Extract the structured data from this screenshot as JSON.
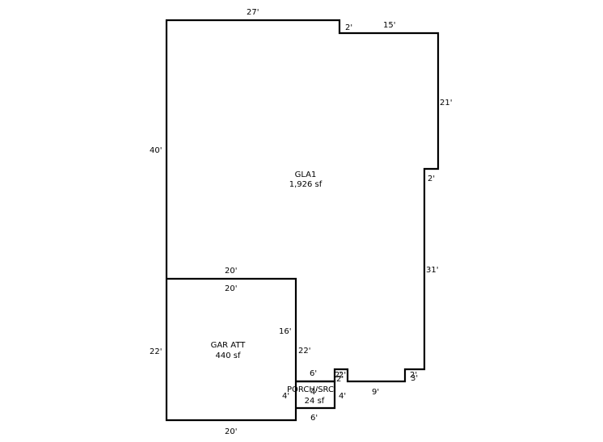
{
  "rooms": {
    "gla": {
      "name": "GLA1",
      "area": "1,926 sf"
    },
    "garage": {
      "name": "GAR ATT",
      "area": "440 sf"
    },
    "porch": {
      "name": "PORCH/SRC",
      "area": "24 sf"
    }
  },
  "dimensions": {
    "gla_top": "27'",
    "gla_step_top": "2'",
    "gla_top_right": "15'",
    "gla_right_upper": "21'",
    "gla_right_step": "2'",
    "gla_right_lower": "31'",
    "gla_left": "40'",
    "gla_bottom_right_step": "2'",
    "gla_bottom_right_small": "3'",
    "gla_bottom_9": "9'",
    "gla_notch_2a": "2'",
    "gla_notch_2b": "2'",
    "gla_notch_4": "4'",
    "garage_top_outer": "20'",
    "garage_top_inner": "20'",
    "garage_left": "22'",
    "garage_right_inner": "16'",
    "garage_right_outer": "22'",
    "garage_bottom": "20'",
    "porch_top": "6'",
    "porch_left": "4'",
    "porch_inner": "4'",
    "porch_bottom": "6'"
  }
}
